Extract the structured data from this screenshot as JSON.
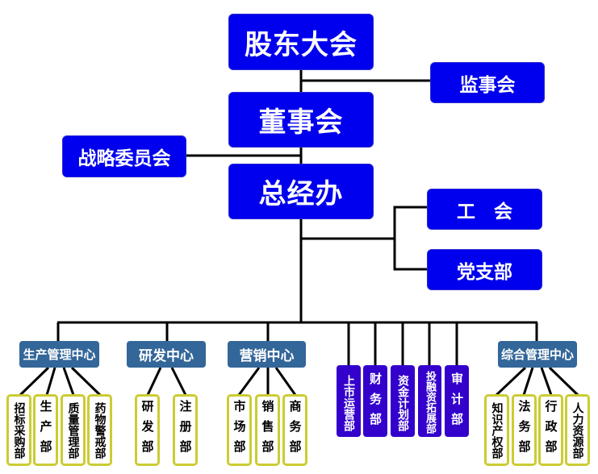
{
  "colors": {
    "top_box": "#0000ee",
    "center_box": "#336699",
    "finance_box": "#3300cc",
    "dept_border": "#cccc33",
    "line": "#000000"
  },
  "top": {
    "shareholders": "股东大会",
    "supervisors": "监事会",
    "board": "董事会",
    "strategy": "战略委员会",
    "gm_office": "总经办",
    "union": "工　会",
    "party": "党支部"
  },
  "centers": [
    {
      "label": "生产管理中心",
      "depts": [
        "招标采购部",
        "生产部",
        "质量管理部",
        "药物警戒部"
      ]
    },
    {
      "label": "研发中心",
      "depts": [
        "研发部",
        "注册部"
      ]
    },
    {
      "label": "营销中心",
      "depts": [
        "市场部",
        "销售部",
        "商务部"
      ]
    },
    {
      "label": "综合管理中心",
      "depts": [
        "知识产权部",
        "法务部",
        "行政部",
        "人力资源部"
      ]
    }
  ],
  "direct_depts": [
    "上市运营部",
    "财务部",
    "资金计划部",
    "投融资拓展部",
    "审计部"
  ]
}
